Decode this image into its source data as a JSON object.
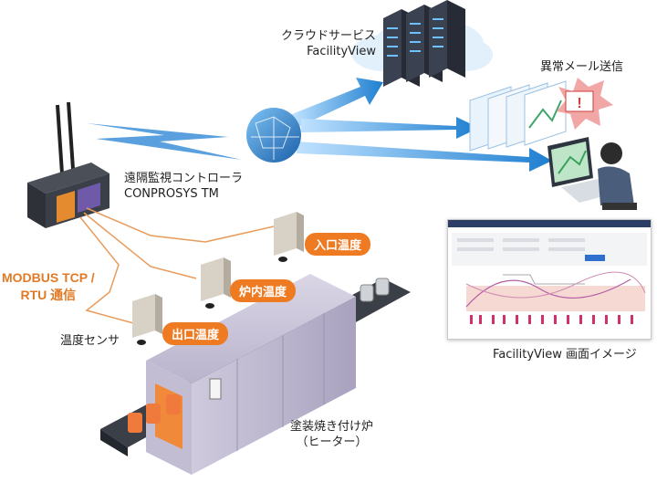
{
  "cloud": {
    "label_line1": "クラウドサービス",
    "label_line2": "FacilityView"
  },
  "alert": {
    "label": "異常メール送信"
  },
  "controller": {
    "label_line1": "遠隔監視コントローラ",
    "label_line2": "CONPROSYS TM"
  },
  "protocol": {
    "label_line1": "MODBUS TCP /",
    "label_line2": "RTU 通信"
  },
  "sensors": {
    "inlet": "入口温度",
    "inner": "炉内温度",
    "outlet": "出口温度",
    "caption": "温度センサ"
  },
  "furnace": {
    "label_line1": "塗装焼き付け炉",
    "label_line2": "（ヒーター）"
  },
  "screen": {
    "caption": "FacilityView 画面イメージ"
  },
  "colors": {
    "accent_orange": "#ee7a22",
    "arrow_blue": "#1e7fd0",
    "wire_orange": "#e89b5a"
  }
}
